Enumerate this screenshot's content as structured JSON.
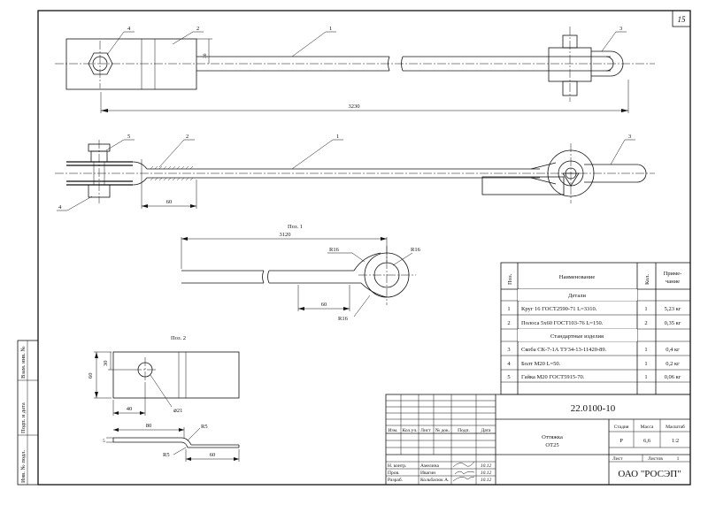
{
  "sheet": {
    "sheet_mark": "15",
    "drawing_number": "22.0100-10",
    "title_line1": "Оттяжка",
    "title_line2": "ОТ25",
    "company": "ОАО \"РОСЭП\""
  },
  "view_main": {
    "callouts": [
      "1",
      "2",
      "3",
      "4",
      "5"
    ],
    "dim_total": "3230",
    "dim_offset": "30",
    "dim_bottom": "60"
  },
  "pos1": {
    "title": "Поз. 1",
    "dim_length": "3120",
    "dim_60": "60",
    "radius_labels": [
      "R16",
      "R16",
      "R16"
    ]
  },
  "pos2": {
    "title": "Поз. 2",
    "dim_60": "60",
    "dim_30": "30",
    "dim_40": "40",
    "dim_hole": "⌀21",
    "dim_80": "80",
    "dim_5": "5",
    "dim_r5_top": "R5",
    "dim_r5_bot": "R5",
    "dim_60_bot": "60"
  },
  "spec": {
    "headers": {
      "pos": "Поз.",
      "name": "Наименование",
      "qty": "Кол.",
      "note": "Приме-\nчание"
    },
    "section_details": "Детали",
    "section_std": "Стандартные изделия",
    "rows": [
      {
        "pos": "1",
        "name": "Круг 16 ГОСТ2590-71 L=3310.",
        "qty": "1",
        "note": "5,23 кг"
      },
      {
        "pos": "2",
        "name": "Полоса 5x60 ГОСТ103-76 L=150.",
        "qty": "2",
        "note": "0,35 кг"
      },
      {
        "pos": "3",
        "name": "Скоба СК-7-1А ТУ34-13-11420-89.",
        "qty": "1",
        "note": "0,4 кг"
      },
      {
        "pos": "4",
        "name": "Болт М20 L=50.",
        "qty": "1",
        "note": "0,2 кг"
      },
      {
        "pos": "5",
        "name": "Гайка М20 ГОСТ5915-70.",
        "qty": "1",
        "note": "0,06 кг"
      }
    ]
  },
  "title_block": {
    "change_headers": [
      "Изм.",
      "Кол.уч.",
      "Лист",
      "№ док.",
      "Подп.",
      "Дата"
    ],
    "roles": [
      "Н. контр.",
      "Пров.",
      "Разраб."
    ],
    "names": [
      "Амелина",
      "Ивагин",
      "Кольбасюк А."
    ],
    "dates": [
      "10.12",
      "10.12",
      "10.12"
    ],
    "stage_label": "Стадия",
    "mass_label": "Масса",
    "scale_label": "Масштаб",
    "stage": "Р",
    "mass": "6,6",
    "scale": "1:2",
    "sheet_label": "Лист",
    "sheets_label": "Листов",
    "sheets": "1"
  },
  "side_stamp": [
    "Взам. инв. №",
    "Подп. и дата",
    "Инв. № подл."
  ]
}
